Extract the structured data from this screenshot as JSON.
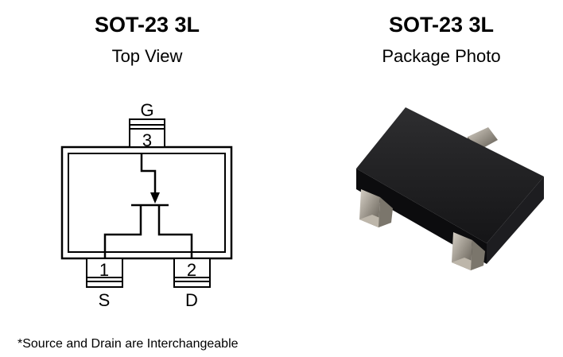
{
  "left_panel": {
    "title": "SOT-23 3L",
    "subtitle": "Top View",
    "pins": [
      {
        "number": "3",
        "name": "G"
      },
      {
        "number": "1",
        "name": "S"
      },
      {
        "number": "2",
        "name": "D"
      }
    ]
  },
  "right_panel": {
    "title": "SOT-23 3L",
    "subtitle": "Package Photo"
  },
  "footnote": "*Source and Drain are Interchangeable"
}
